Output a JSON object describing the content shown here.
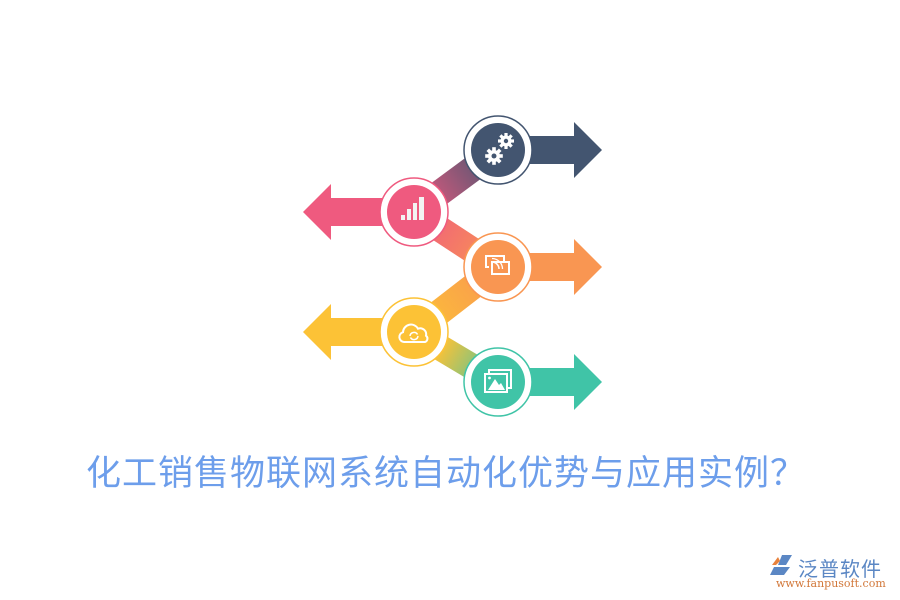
{
  "title": "化工销售物联网系统自动化优势与应用实例？",
  "logo": {
    "name": "泛普软件",
    "url": "www.fanpusoft.com",
    "colors": {
      "name": "#5b87c4",
      "url": "#d2783a"
    }
  },
  "steps": [
    {
      "index": 1,
      "icon": "gears-icon",
      "direction": "right",
      "color": "#435570"
    },
    {
      "index": 2,
      "icon": "bar-chart-icon",
      "direction": "left",
      "color": "#ef5a7f"
    },
    {
      "index": 3,
      "icon": "screen-cast-icon",
      "direction": "right",
      "color": "#f99652"
    },
    {
      "index": 4,
      "icon": "cloud-sync-icon",
      "direction": "left",
      "color": "#fcc236"
    },
    {
      "index": 5,
      "icon": "image-gallery-icon",
      "direction": "right",
      "color": "#40c4a7"
    }
  ],
  "title_color": "#6d9eeb"
}
